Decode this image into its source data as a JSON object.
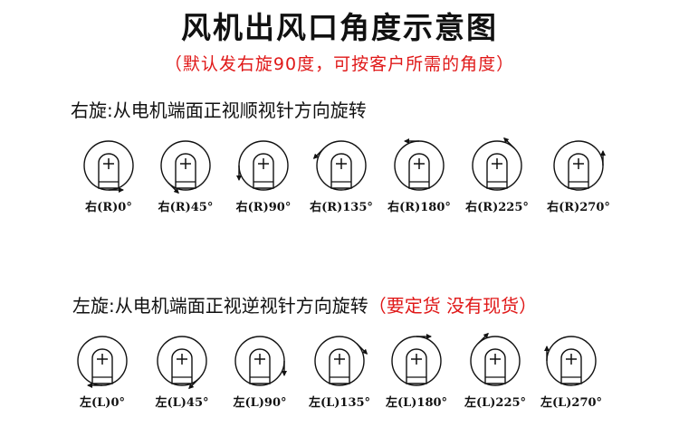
{
  "title": "风机出风口角度示意图",
  "subtitle": "（默认发右旋90度，可按客户所需的角度）",
  "right_section": {
    "heading": "右旋:从电机端面正视顺视针方向旋转",
    "items": [
      {
        "label": "右(R)0°",
        "angle": 0
      },
      {
        "label": "右(R)45°",
        "angle": 45
      },
      {
        "label": "右(R)90°",
        "angle": 90
      },
      {
        "label": "右(R)135°",
        "angle": 135
      },
      {
        "label": "右(R)180°",
        "angle": 180
      },
      {
        "label": "右(R)225°",
        "angle": 225
      },
      {
        "label": "右(R)270°",
        "angle": 270
      }
    ]
  },
  "left_section": {
    "heading": "左旋:从电机端面正视逆视针方向旋转",
    "heading_note": "（要定货 没有现货）",
    "items": [
      {
        "label": "左(L)0°",
        "angle": 0
      },
      {
        "label": "左(L)45°",
        "angle": 45
      },
      {
        "label": "左(L)90°",
        "angle": 90
      },
      {
        "label": "左(L)135°",
        "angle": 135
      },
      {
        "label": "左(L)180°",
        "angle": 180
      },
      {
        "label": "左(L)225°",
        "angle": 225
      },
      {
        "label": "左(L)270°",
        "angle": 270
      }
    ]
  },
  "colors": {
    "text": "#111111",
    "accent": "#e01818",
    "line": "#111111"
  }
}
